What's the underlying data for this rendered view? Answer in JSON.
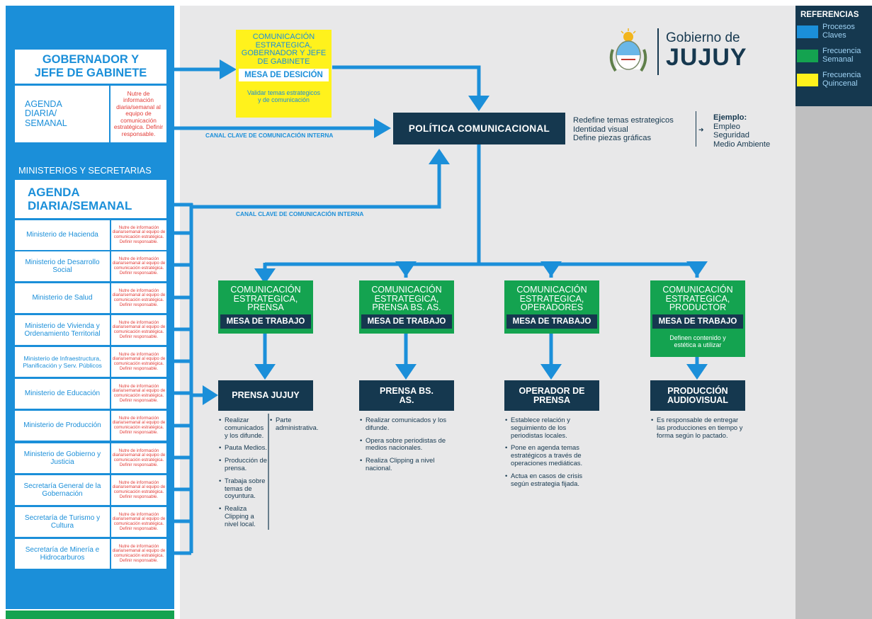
{
  "colors": {
    "blue": "#1b8fd9",
    "navy": "#15384f",
    "green": "#14a350",
    "yellow": "#fff21c",
    "red": "#e23a35"
  },
  "gov": {
    "title": "GOBERNADOR Y JEFE DE GABINETE",
    "agenda": "AGENDA DIARIA/ SEMANAL",
    "note": "Nutre de información diaria/semanal al equipo de comunicación estratégica. Definir responsable."
  },
  "ministries_header": "MINISTERIOS Y SECRETARIAS",
  "agenda_title": "AGENDA DIARIA/SEMANAL",
  "ministry_note": "Nutre de información diaria/semanal al equipo de comunicación estratégica. Definir responsable.",
  "ministries": [
    "Ministerio de Hacienda",
    "Ministerio de Desarrollo Social",
    "Ministerio de Salud",
    "Ministerio de Vivienda y Ordenamiento Territorial",
    "Ministerio de Infraestructura, Planificación y Serv. Públicos",
    "Ministerio de Educación",
    "Ministerio de Producción",
    "Ministerio de Gobierno y Justicia",
    "Secretaría General de la Gobernación",
    "Secretaría de Turismo y Cultura",
    "Secretaría de Minería e Hidrocarburos"
  ],
  "yellow_box": {
    "title": "COMUNICACIÓN ESTRATEGICA, GOBERNADOR Y JEFE DE GABINETE",
    "mesa": "MESA DE DESICIÓN",
    "sub": "Validar temas estrategicos y de comunicación"
  },
  "logo": {
    "line1": "Gobierno de",
    "line2": "JUJUY",
    "seal_icon": "coat-of-arms-icon"
  },
  "references": {
    "title": "REFERENCIAS",
    "items": [
      {
        "label": "Procesos Claves",
        "color": "#1b8fd9"
      },
      {
        "label": "Frecuencia Semanal",
        "color": "#14a350"
      },
      {
        "label": "Frecuencia Quincenal",
        "color": "#fff21c"
      }
    ]
  },
  "politica": {
    "title": "POLÍTICA COMUNICACIONAL",
    "redefine": [
      "Redefine temas estrategicos",
      "Identidad visual",
      "Define piezas gráficas"
    ],
    "ejemplo_title": "Ejemplo:",
    "ejemplo": [
      "Empleo",
      "Seguridad",
      "Medio Ambiente"
    ]
  },
  "canal1": "CANAL CLAVE DE COMUNICACIÓN INTERNA",
  "canal2": "CANAL CLAVE DE COMUNICACIÓN INTERNA",
  "teams": [
    {
      "title": "COMUNICACIÓN ESTRATEGICA, PRENSA",
      "mesa": "MESA DE TRABAJO",
      "sub": "",
      "output": "PRENSA JUJUY",
      "bullets": [
        "Realizar comunicados y los difunde.",
        "Pauta Medios.",
        "Producción de prensa.",
        "Trabaja sobre temas de coyuntura.",
        "Realiza Clipping a nivel local."
      ],
      "bullets2": [
        "Parte administrativa."
      ]
    },
    {
      "title": "COMUNICACIÓN ESTRATEGICA, PRENSA BS. AS.",
      "mesa": "MESA DE TRABAJO",
      "sub": "",
      "output": "PRENSA BS. AS.",
      "bullets": [
        "Realizar comunicados y los difunde.",
        "Opera sobre periodistas de medios nacionales.",
        "Realiza Clipping a nivel nacional."
      ],
      "bullets2": []
    },
    {
      "title": "COMUNICACIÓN ESTRATEGICA, OPERADORES",
      "mesa": "MESA DE TRABAJO",
      "sub": "",
      "output": "OPERADOR DE PRENSA",
      "bullets": [
        "Establece relación y seguimiento de los periodistas locales.",
        "Pone en agenda temas estratégicos a través de operaciones mediáticas.",
        "Actua en casos de crisis según estrategia fijada."
      ],
      "bullets2": []
    },
    {
      "title": "COMUNICACIÓN ESTRATEGICA, PRODUCTOR",
      "mesa": "MESA DE TRABAJO",
      "sub": "Definen contenido y estética a utilizar",
      "output": "PRODUCCIÓN AUDIOVISUAL",
      "bullets": [
        "Es responsable de entregar las producciones en tiempo y forma según lo pactado."
      ],
      "bullets2": []
    }
  ]
}
